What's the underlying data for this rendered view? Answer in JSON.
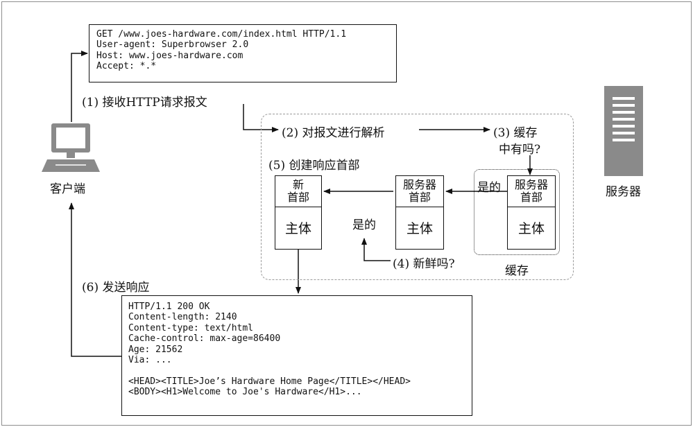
{
  "request": {
    "lines": [
      "GET /www.joes-hardware.com/index.html HTTP/1.1",
      "User-agent: Superbrowser 2.0",
      "Host: www.joes-hardware.com",
      "Accept: *.*"
    ]
  },
  "response": {
    "lines": [
      "HTTP/1.1 200 OK",
      "Content-length: 2140",
      "Content-type: text/html",
      "Cache-control: max-age=86400",
      "Age: 21562",
      "Via: ...",
      "",
      "<HEAD><TITLE>Joe’s Hardware Home Page</TITLE></HEAD>",
      "<BODY><H1>Welcome to Joe's Hardware</H1>..."
    ]
  },
  "client_label": "客户端",
  "server_label": "服务器",
  "cache_label": "缓存",
  "steps": {
    "s1": "(1) 接收HTTP请求报文",
    "s2": "(2) 对报文进行解析",
    "s3_line1": "(3) 缓存",
    "s3_line2": "中有吗?",
    "s4": "(4) 新鲜吗?",
    "s5": "(5) 创建响应首部",
    "s6": "(6) 发送响应"
  },
  "yes_label": "是的",
  "messages": {
    "new": {
      "head_line1": "新",
      "head_line2": "首部",
      "body": "主体"
    },
    "copy": {
      "head_line1": "服务器",
      "head_line2": "首部",
      "body": "主体"
    },
    "cached": {
      "head_line1": "服务器",
      "head_line2": "首部",
      "body": "主体"
    }
  },
  "colors": {
    "stroke": "#111111",
    "icon_gray": "#8a8a8a",
    "dashed": "#9a9a9a"
  }
}
